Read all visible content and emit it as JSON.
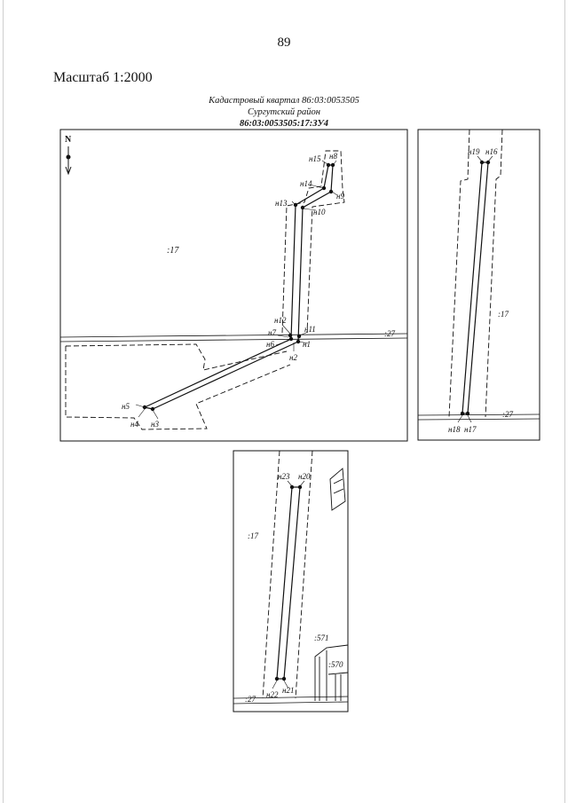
{
  "page_number": "89",
  "scale_label": "Масштаб 1:2000",
  "header": {
    "quarter": "Кадастровый квартал 86:03:0053505",
    "district": "Сургутский район",
    "parcel": "86:03:0053505:17:ЗУ4"
  },
  "north_label": "N",
  "parcels": {
    "p17": ":17",
    "p27": ":27",
    "p571": ":571",
    "p570": ":570"
  },
  "points": {
    "n1": "н1",
    "n2": "н2",
    "n3": "н3",
    "n4": "н4",
    "n5": "н5",
    "n6": "н6",
    "n7": "н7",
    "n8": "н8",
    "n9": "н9",
    "n10": "н10",
    "n11": "н11",
    "n12": "н12",
    "n13": "н13",
    "n14": "н14",
    "n15": "н15",
    "n16": "н16",
    "n17": "н17",
    "n18": "н18",
    "n19": "н19",
    "n20": "н20",
    "n21": "н21",
    "n22": "н22",
    "n23": "н23"
  }
}
